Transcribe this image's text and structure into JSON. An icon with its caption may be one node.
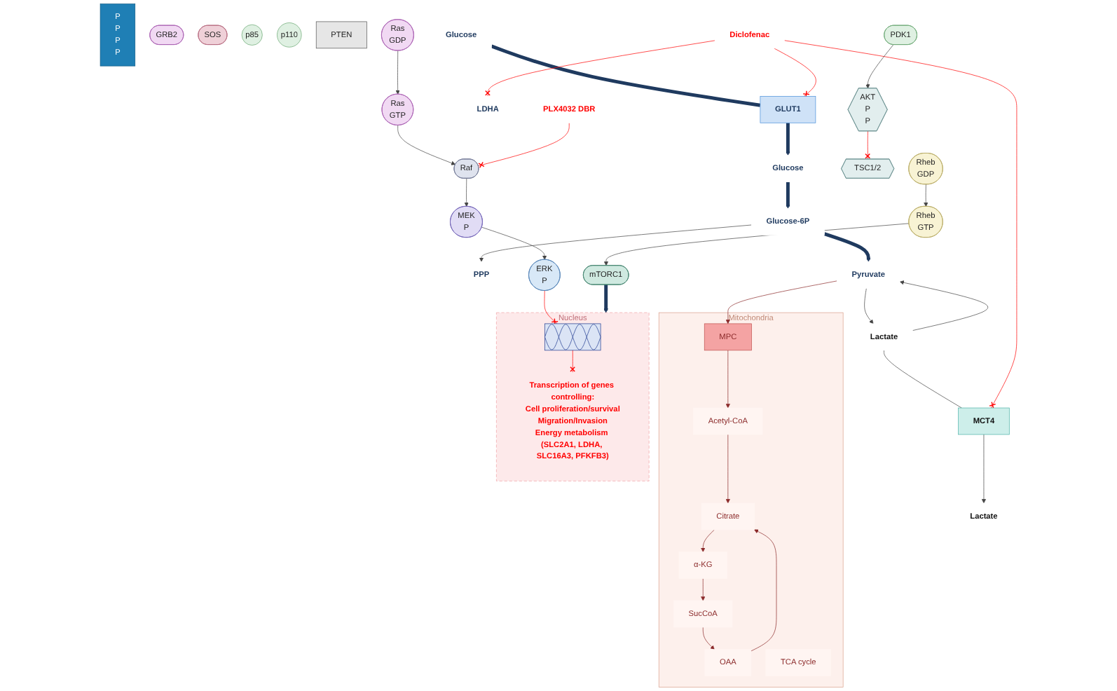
{
  "diagram": {
    "nodes": [
      {
        "text": [
          "Glucose"
        ]
      },
      {
        "text": [
          "GLUT1"
        ]
      },
      {
        "text": [
          "Glucose"
        ]
      },
      {
        "text": [
          "Glucose-6P"
        ]
      },
      {
        "text": [
          "PPP"
        ]
      },
      {
        "text": [
          "Pyruvate"
        ]
      },
      {
        "text": [
          "LDHA"
        ]
      },
      {
        "text": [
          "Lactate"
        ]
      },
      {
        "text": [
          "MCT4"
        ]
      },
      {
        "text": [
          "Lactate"
        ]
      },
      {
        "text": [
          "Diclofenac"
        ]
      },
      {
        "text": [
          "Mitochondria"
        ]
      },
      {
        "text": [
          "MPC"
        ],
        "in": 11
      },
      {
        "text": [
          "Acetyl-CoA"
        ],
        "in": 11
      },
      {
        "text": [
          "Citrate"
        ],
        "in": 11
      },
      {
        "text": [
          "α-KG"
        ],
        "in": 11
      },
      {
        "text": [
          "SucCoA"
        ],
        "in": 11
      },
      {
        "text": [
          "OAA"
        ],
        "in": 11
      },
      {
        "text": [
          "TCA cycle"
        ],
        "in": 11
      },
      {
        "text": [
          "P",
          "P",
          "P",
          "P"
        ]
      },
      {
        "text": [
          "GRB2"
        ]
      },
      {
        "text": [
          "SOS"
        ]
      },
      {
        "text": [
          "Ras",
          "GDP"
        ]
      },
      {
        "text": [
          "Ras",
          "GTP"
        ]
      },
      {
        "text": [
          "Raf"
        ]
      },
      {
        "text": [
          "PLX4032 DBR"
        ]
      },
      {
        "text": [
          "MEK",
          "P"
        ]
      },
      {
        "text": [
          "ERK",
          "P"
        ]
      },
      {
        "text": [
          "p85"
        ]
      },
      {
        "text": [
          "p110"
        ]
      },
      {
        "text": [
          "PTEN"
        ]
      },
      {
        "text": [
          "PDK1"
        ]
      },
      {
        "text": [
          "AKT",
          "P",
          "P"
        ]
      },
      {
        "text": [
          "TSC1/2"
        ]
      },
      {
        "text": [
          "Rheb",
          "GDP"
        ]
      },
      {
        "text": [
          "Rheb",
          "GTP"
        ]
      },
      {
        "text": [
          "mTORC1"
        ]
      },
      {
        "text": [
          "Nucleus"
        ]
      },
      {
        "text": [],
        "shape": "picture",
        "in": 37
      },
      {
        "text": [
          "Transcription of genes controlling:",
          "Cell proliferation/survival",
          "Migration/Invasion",
          "Energy metabolism (SLC2A1, LDHA, SLC16A3, PFKFB3)"
        ],
        "in": 37
      }
    ],
    "edges": [
      {
        "from": 0,
        "to": 1,
        "arrow": "none",
        "style": "thick"
      },
      {
        "from": 1,
        "to": 2,
        "arrow": "to",
        "style": "thick"
      },
      {
        "from": 2,
        "to": 3,
        "arrow": "to",
        "style": "thick"
      },
      {
        "from": 3,
        "to": 4,
        "arrow": "to"
      },
      {
        "from": 3,
        "to": 5,
        "arrow": "to",
        "style": "thick"
      },
      {
        "from": 5,
        "to": 7,
        "arrow": "to"
      },
      {
        "from": 7,
        "to": 5,
        "arrow": "to"
      },
      {
        "from": 7,
        "to": 8,
        "arrow": "none"
      },
      {
        "from": 8,
        "to": 9,
        "arrow": "to"
      },
      {
        "from": 10,
        "to": 1,
        "arrow": "other",
        "color": "#ff0000"
      },
      {
        "from": 10,
        "to": 8,
        "arrow": "other",
        "color": "#ff0000"
      },
      {
        "from": 10,
        "to": 6,
        "arrow": "other",
        "color": "#ff0000"
      },
      {
        "from": 5,
        "to": 12,
        "arrow": "to",
        "color": "#8b2a2a"
      },
      {
        "from": 12,
        "to": 13,
        "arrow": "to",
        "color": "#8b2a2a"
      },
      {
        "from": 13,
        "to": 14,
        "arrow": "to",
        "color": "#8b2a2a"
      },
      {
        "from": 17,
        "to": 14,
        "arrow": "to",
        "color": "#8b2a2a"
      },
      {
        "from": 14,
        "to": 15,
        "arrow": "to",
        "color": "#8b2a2a"
      },
      {
        "from": 15,
        "to": 16,
        "arrow": "to",
        "color": "#8b2a2a"
      },
      {
        "from": 16,
        "to": 17,
        "arrow": "to",
        "color": "#8b2a2a"
      },
      {
        "from": 22,
        "to": 23,
        "arrow": "to"
      },
      {
        "from": 23,
        "to": 24,
        "arrow": "to"
      },
      {
        "from": 24,
        "to": 26,
        "arrow": "to"
      },
      {
        "from": 25,
        "to": 24,
        "arrow": "other",
        "color": "#ff0000"
      },
      {
        "from": 26,
        "to": 27,
        "arrow": "to"
      },
      {
        "from": 27,
        "to": 38,
        "arrow": "other",
        "color": "#ff0000"
      },
      {
        "from": 31,
        "to": 32,
        "arrow": "to"
      },
      {
        "from": 32,
        "to": 33,
        "arrow": "other",
        "color": "#ff0000"
      },
      {
        "from": 34,
        "to": 35,
        "arrow": "to"
      },
      {
        "from": 35,
        "to": 36,
        "arrow": "to"
      },
      {
        "from": 36,
        "to": 37,
        "arrow": "to",
        "style": "thick"
      },
      {
        "from": 38,
        "to": 39,
        "arrow": "other",
        "color": "#ff0000"
      }
    ]
  }
}
